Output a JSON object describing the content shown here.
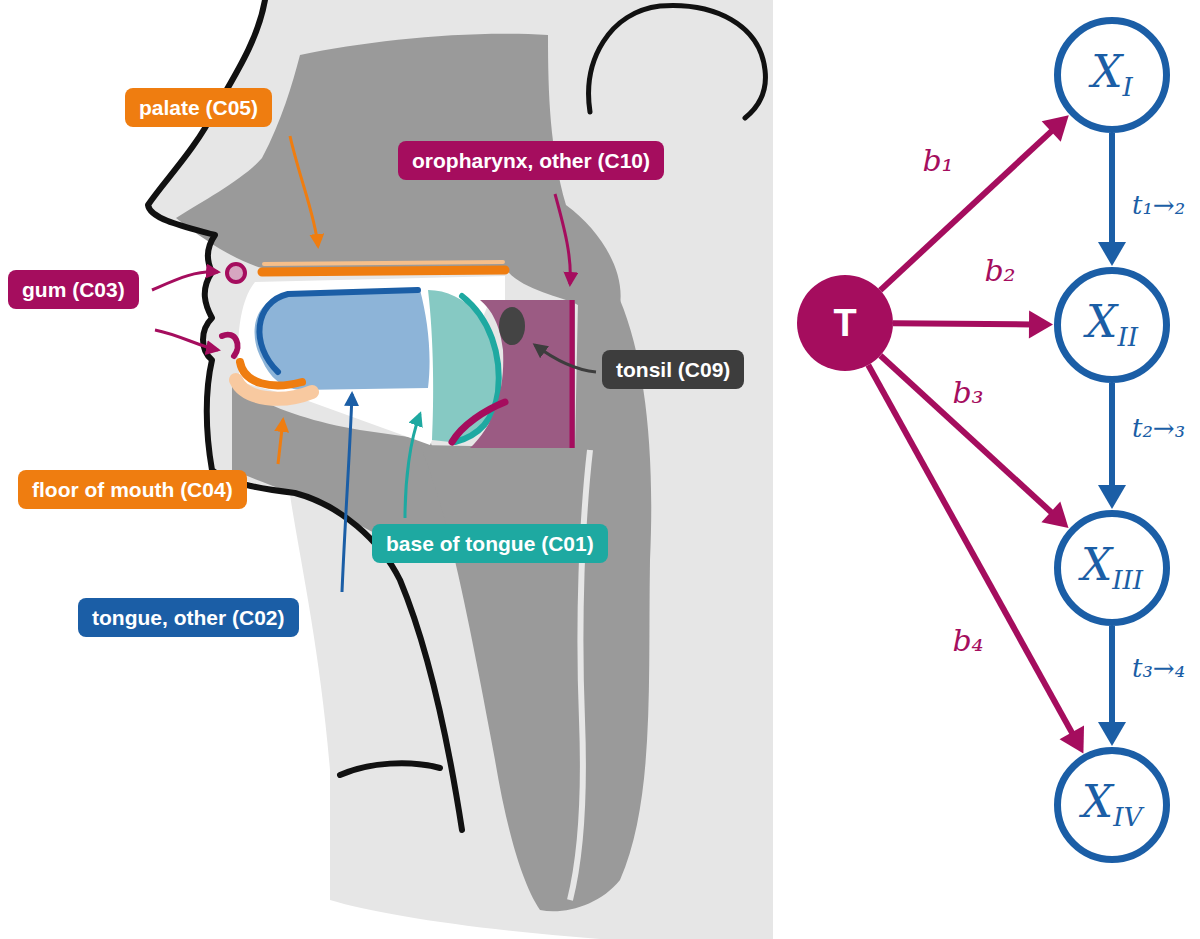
{
  "diagram": {
    "nodes": [
      {
        "text": [
          "palate (C05)"
        ]
      },
      {
        "text": [
          "oropharynx, other (C10)"
        ]
      },
      {
        "text": [
          "gum (C03)"
        ]
      },
      {
        "text": [
          "tonsil (C09)"
        ]
      },
      {
        "text": [
          "floor of mouth (C04)"
        ]
      },
      {
        "text": [
          "base of tongue (C01)"
        ]
      },
      {
        "text": [
          "tongue, other (C02)"
        ]
      },
      {
        "text": [
          "T"
        ]
      },
      {
        "text": [
          "X",
          "I"
        ]
      },
      {
        "text": [
          "X",
          "II"
        ]
      },
      {
        "text": [
          "X",
          "III"
        ]
      },
      {
        "text": [
          "X",
          "IV"
        ]
      }
    ],
    "edges": [
      {
        "from": 7,
        "to": 8,
        "arrow": "to",
        "label": "b₁"
      },
      {
        "from": 7,
        "to": 9,
        "arrow": "to",
        "label": "b₂"
      },
      {
        "from": 7,
        "to": 10,
        "arrow": "to",
        "label": "b₃"
      },
      {
        "from": 7,
        "to": 11,
        "arrow": "to",
        "label": "b₄"
      },
      {
        "from": 8,
        "to": 9,
        "arrow": "to",
        "label": "t₁→₂"
      },
      {
        "from": 9,
        "to": 10,
        "arrow": "to",
        "label": "t₂→₃"
      },
      {
        "from": 10,
        "to": 11,
        "arrow": "to",
        "label": "t₃→₄"
      }
    ]
  }
}
